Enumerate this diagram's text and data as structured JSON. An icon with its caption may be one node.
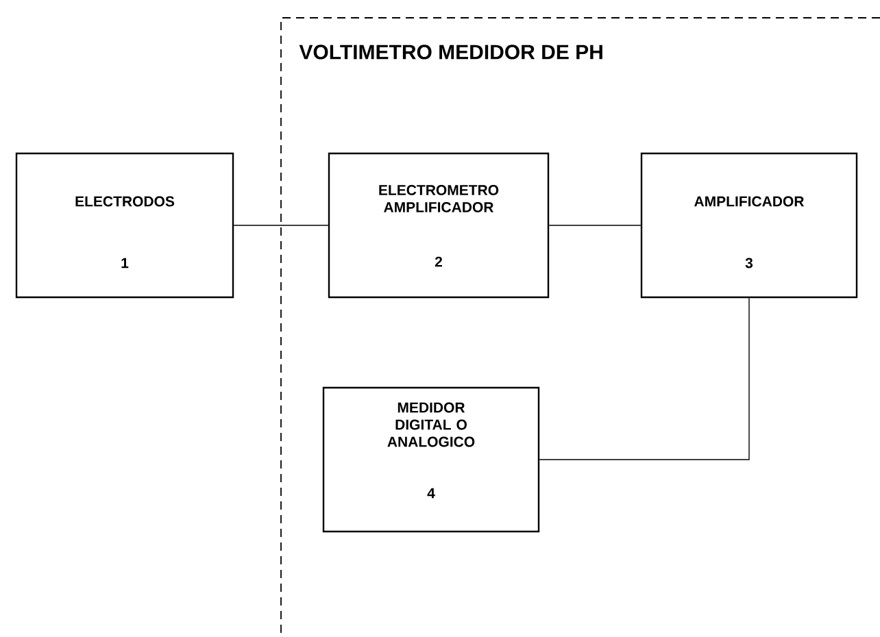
{
  "diagram": {
    "nodes": [
      {
        "text": [
          "ELECTRODOS",
          "1"
        ]
      },
      {
        "text": [
          "VOLTIMETRO MEDIDOR DE PH"
        ]
      },
      {
        "text": [
          "ELECTROMETRO AMPLIFICADOR",
          "2"
        ],
        "in": 1
      },
      {
        "text": [
          "AMPLIFICADOR",
          "3"
        ],
        "in": 1
      },
      {
        "text": [
          "MEDIDOR DIGITAL O ANALOGICO",
          "4"
        ],
        "in": 1
      }
    ],
    "edges": [
      {
        "from": 0,
        "to": 2,
        "arrow": "none"
      },
      {
        "from": 2,
        "to": 3,
        "arrow": "none"
      },
      {
        "from": 3,
        "to": 4,
        "arrow": "none"
      }
    ]
  }
}
